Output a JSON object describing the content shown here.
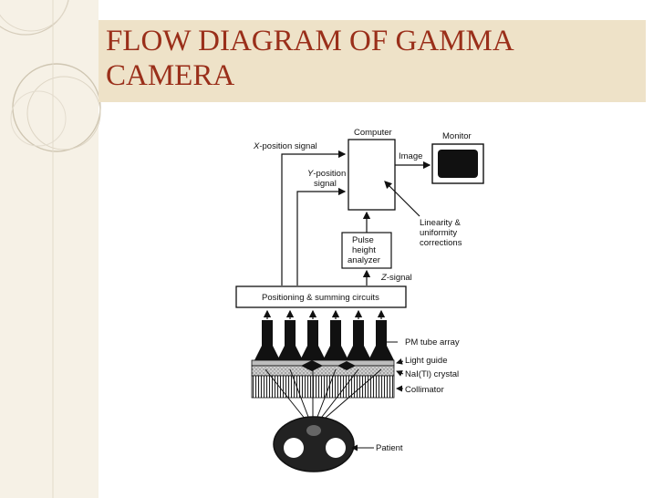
{
  "slide": {
    "title": "FLOW DIAGRAM OF GAMMA CAMERA"
  },
  "diagram": {
    "computer": "Computer",
    "monitor": "Monitor",
    "image": "Image",
    "x_signal_italic": "X",
    "x_signal_rest": "-position signal",
    "y_signal_italic": "Y",
    "y_signal_rest": "-position",
    "y_signal_line2": "signal",
    "linearity_line1": "Linearity &",
    "linearity_line2": "uniformity",
    "linearity_line3": "corrections",
    "pha_line1": "Pulse",
    "pha_line2": "height",
    "pha_line3": "analyzer",
    "z_signal_italic": "Z",
    "z_signal_rest": "-signal",
    "positioning": "Positioning & summing circuits",
    "pm_tube": "PM tube array",
    "light_guide": "Light guide",
    "crystal": "NaI(Tl) crystal",
    "collimator": "Collimator",
    "patient": "Patient"
  }
}
